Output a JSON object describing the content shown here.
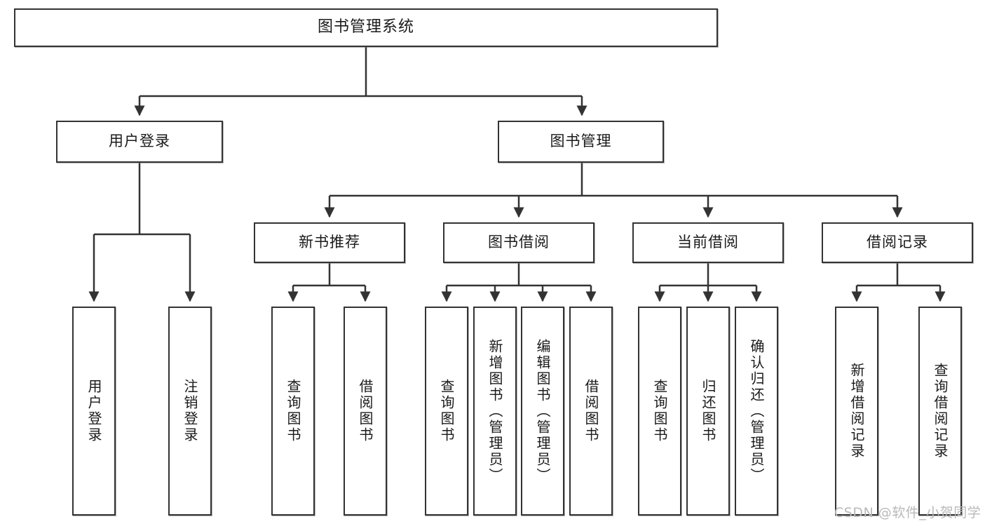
{
  "diagram": {
    "title": "图书管理系统",
    "root": {
      "label": "图书管理系统"
    },
    "level2": [
      {
        "label": "用户登录"
      },
      {
        "label": "图书管理"
      }
    ],
    "level3": [
      {
        "label": "新书推荐"
      },
      {
        "label": "图书借阅"
      },
      {
        "label": "当前借阅"
      },
      {
        "label": "借阅记录"
      }
    ],
    "leaves": [
      {
        "label": "用户登录",
        "parent": "用户登录"
      },
      {
        "label": "注销登录",
        "parent": "用户登录"
      },
      {
        "label": "查询图书",
        "parent": "新书推荐"
      },
      {
        "label": "借阅图书",
        "parent": "新书推荐"
      },
      {
        "label": "查询图书",
        "parent": "图书借阅"
      },
      {
        "label": "新增图书（管理员）",
        "parent": "图书借阅"
      },
      {
        "label": "编辑图书（管理员）",
        "parent": "图书借阅"
      },
      {
        "label": "借阅图书",
        "parent": "图书借阅"
      },
      {
        "label": "查询图书",
        "parent": "当前借阅"
      },
      {
        "label": "归还图书",
        "parent": "当前借阅"
      },
      {
        "label": "确认归还（管理员）",
        "parent": "当前借阅"
      },
      {
        "label": "新增借阅记录",
        "parent": "借阅记录"
      },
      {
        "label": "查询借阅记录",
        "parent": "借阅记录"
      }
    ],
    "colors": {
      "stroke": "#333333",
      "fill": "#ffffff",
      "text": "#1a1a1a",
      "watermark": "#b9b9b9"
    }
  },
  "watermark": {
    "text": "CSDN @软件_小贺同学"
  }
}
